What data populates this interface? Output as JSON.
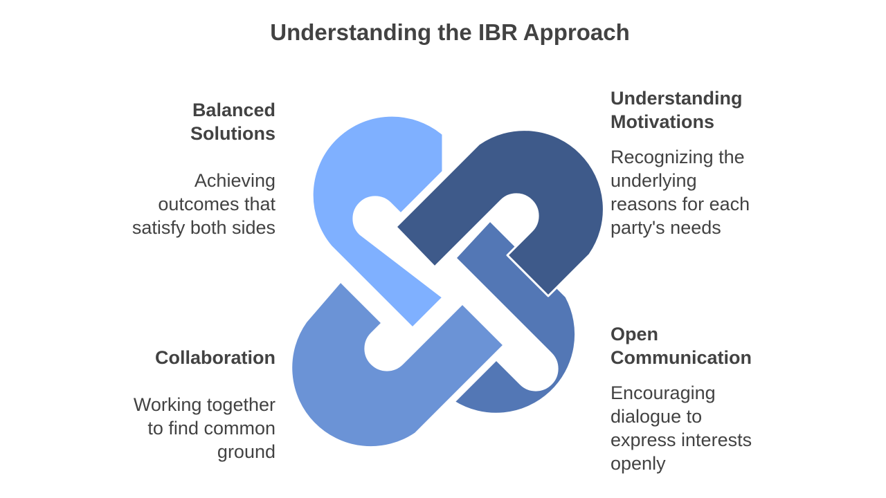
{
  "title": "Understanding the IBR Approach",
  "colors": {
    "text": "#424242",
    "balanced_link": "#7fb0ff",
    "understanding_link": "#3e5a8a",
    "collaboration_link": "#6b93d6",
    "open_link": "#5377b5"
  },
  "items": [
    {
      "heading": [
        "Balanced",
        "Solutions"
      ],
      "description": [
        "Achieving",
        "outcomes that",
        "satisfy both sides"
      ]
    },
    {
      "heading": [
        "Understanding",
        "Motivations"
      ],
      "description": [
        "Recognizing the",
        "underlying",
        "reasons for each",
        "party's needs"
      ]
    },
    {
      "heading": [
        "Collaboration"
      ],
      "description": [
        "Working together",
        "to find common",
        "ground"
      ]
    },
    {
      "heading": [
        "Open",
        "Communication"
      ],
      "description": [
        "Encouraging",
        "dialogue to",
        "express interests",
        "openly"
      ]
    }
  ]
}
